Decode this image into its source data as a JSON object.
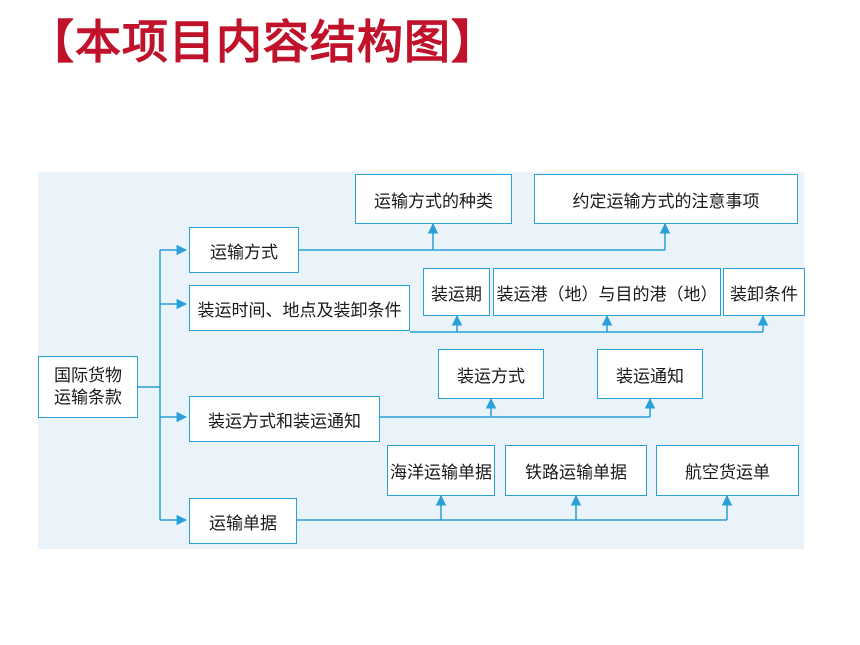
{
  "title": "【本项目内容结构图】",
  "diagram": {
    "root": {
      "line1": "国际货物",
      "line2": "运输条款"
    },
    "branches": [
      {
        "label": "运输方式",
        "children": [
          "运输方式的种类",
          "约定运输方式的注意事项"
        ]
      },
      {
        "label": "装运时间、地点及装卸条件",
        "children": [
          "装运期",
          "装运港（地）与目的港（地）",
          "装卸条件"
        ]
      },
      {
        "label": "装运方式和装运通知",
        "children": [
          "装运方式",
          "装运通知"
        ]
      },
      {
        "label": "运输单据",
        "children": [
          "海洋运输单据",
          "铁路运输单据",
          "航空货运单"
        ]
      }
    ]
  },
  "colors": {
    "title": "#c0122a",
    "line": "#2a9fd8",
    "panel": "#eaf3fa"
  }
}
